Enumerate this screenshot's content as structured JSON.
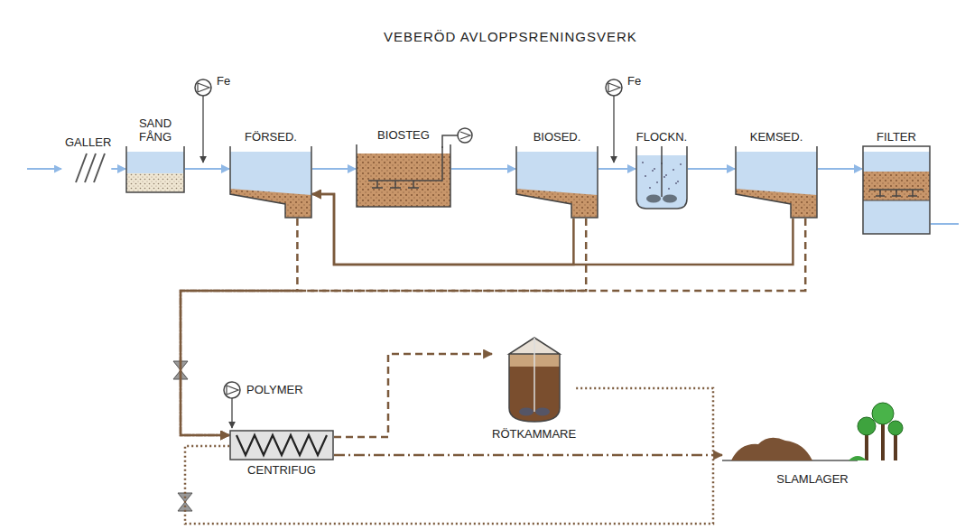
{
  "diagram": {
    "title": "VEBERÖD AVLOPPSRENINGSVERK",
    "nodes": [
      {
        "text": [
          "GALLER"
        ]
      },
      {
        "text": [
          "SAND FÅNG"
        ]
      },
      {
        "text": [
          "FÖRSED."
        ]
      },
      {
        "text": [
          "BIOSTEG"
        ]
      },
      {
        "text": [
          "BIOSED."
        ]
      },
      {
        "text": [
          "FLOCKN."
        ]
      },
      {
        "text": [
          "KEMSED."
        ]
      },
      {
        "text": [
          "FILTER"
        ]
      },
      {
        "text": [
          "CENTRIFUG"
        ]
      },
      {
        "text": [
          "RÖTKAMMARE"
        ]
      },
      {
        "text": [
          "SLAMLAGER"
        ]
      }
    ],
    "edges": [
      {
        "from": 0,
        "to": 1,
        "arrow": "to"
      },
      {
        "from": 1,
        "to": 2,
        "arrow": "to"
      },
      {
        "from": 2,
        "to": 3,
        "arrow": "to"
      },
      {
        "from": 3,
        "to": 4,
        "arrow": "to"
      },
      {
        "from": 4,
        "to": 5,
        "arrow": "to"
      },
      {
        "from": 5,
        "to": 6,
        "arrow": "to"
      },
      {
        "from": 6,
        "to": 7,
        "arrow": "to"
      },
      {
        "from": 4,
        "to": 2,
        "arrow": "to"
      },
      {
        "from": 6,
        "to": 2,
        "arrow": "to"
      },
      {
        "from": 2,
        "to": 8,
        "arrow": "to"
      },
      {
        "from": 4,
        "to": 8,
        "arrow": "to"
      },
      {
        "from": 6,
        "to": 8,
        "arrow": "to"
      },
      {
        "from": 8,
        "to": 9,
        "arrow": "to"
      },
      {
        "from": 9,
        "to": 8,
        "arrow": "none"
      },
      {
        "from": 8,
        "to": 10,
        "arrow": "to"
      }
    ],
    "labels": [
      "Fe",
      "Fe",
      "POLYMER"
    ]
  }
}
